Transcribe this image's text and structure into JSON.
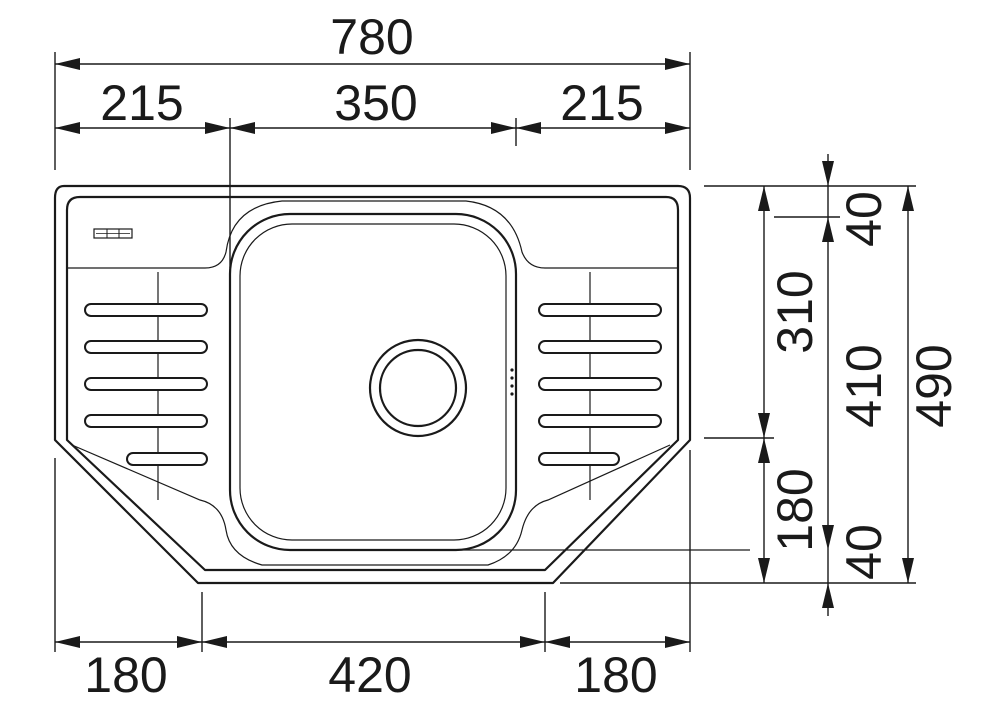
{
  "dimensions": {
    "top": {
      "overall": "780",
      "left": "215",
      "center": "350",
      "right": "215"
    },
    "bottom": {
      "left": "180",
      "center": "420",
      "right": "180"
    },
    "right": {
      "inner_top": "310",
      "inner_bottom": "180",
      "margin_top": "40",
      "bowl": "410",
      "margin_bottom": "40",
      "overall": "490"
    }
  },
  "icons": {
    "logo": "brand-logo-plate",
    "drain": "drain-hole"
  }
}
